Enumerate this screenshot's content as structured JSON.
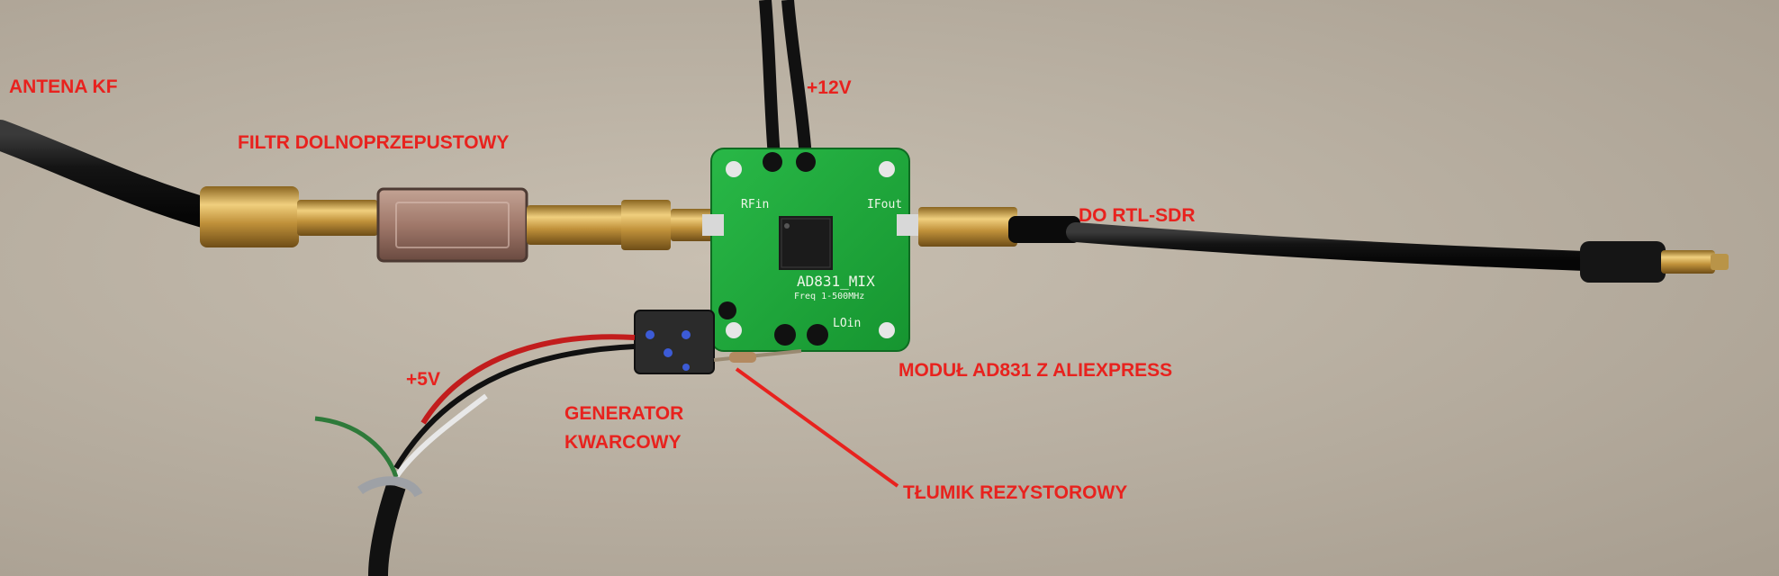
{
  "labels": {
    "antenna": "ANTENA KF",
    "filter": "FILTR DOLNOPRZEPUSTOWY",
    "power12": "+12V",
    "rtl": "DO RTL-SDR",
    "module": "MODUŁ AD831 Z ALIEXPRESS",
    "power5": "+5V",
    "generator_line1": "GENERATOR",
    "generator_line2": "KWARCOWY",
    "attenuator": "TŁUMIK REZYSTOROWY"
  },
  "pcb_silkscreen": {
    "title": "AD831_MIX",
    "freq": "Freq 1-500MHz",
    "rf_in": "RFin",
    "if_out": "IFout",
    "lo_in": "LOin"
  },
  "colors": {
    "label": "#e8221e",
    "pcb": "#1fa83a",
    "cable": "#161616",
    "brass": "#c89a42",
    "background": "#b9b0a2"
  }
}
